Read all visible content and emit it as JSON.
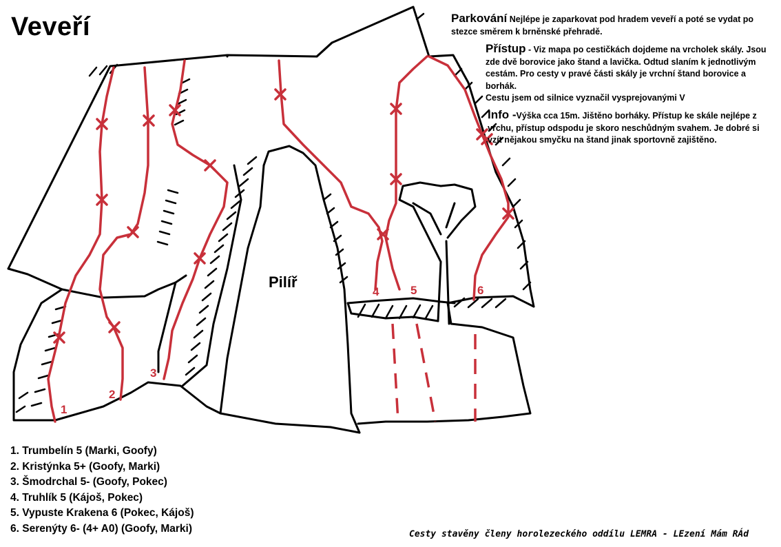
{
  "title": "Veveří",
  "parking": {
    "heading": "Parkování",
    "text": " Nejlépe je zaparkovat pod hradem veveří a poté se vydat po stezce směrem k brněnské přehradě."
  },
  "access": {
    "heading": "Přístup",
    "text": " - Viz mapa po cestičkách dojdeme na vrcholek skály. Jsou zde dvě borovice jako štand a lavička. Odtud slaním k jednotlivým cestám. Pro cesty v pravé části skály je vrchní štand borovice a borhák.",
    "note": "Cestu jsem od silnice vyznačil vysprejovanými V"
  },
  "info": {
    "heading": "Info -",
    "text": "Výška cca 15m. Jištěno borháky. Přístup ke skále nejlépe z vrchu, přístup odspodu je skoro neschůdným svahem. Je dobré si vzít nějakou smyčku na štand jinak sportovně zajištěno."
  },
  "pillar_label": "Pilíř",
  "route_color": "#c8303a",
  "route_numbers": [
    "1",
    "2",
    "3",
    "4",
    "5",
    "6"
  ],
  "routes": [
    "1. Trumbelín 5 (Marki, Goofy)",
    "2. Kristýnka 5+ (Goofy, Marki)",
    "3. Šmodrchal 5- (Goofy, Pokec)",
    "4. Truhlík 5 (Kájoš, Pokec)",
    "5. Vypuste Krakena 6 (Pokec, Kájoš)",
    "6. Serenýty 6- (4+ A0) (Goofy, Marki)"
  ],
  "footer": "Cesty stavěny členy horolezeckého oddílu LEMRA - LEzení Mám RÁd"
}
